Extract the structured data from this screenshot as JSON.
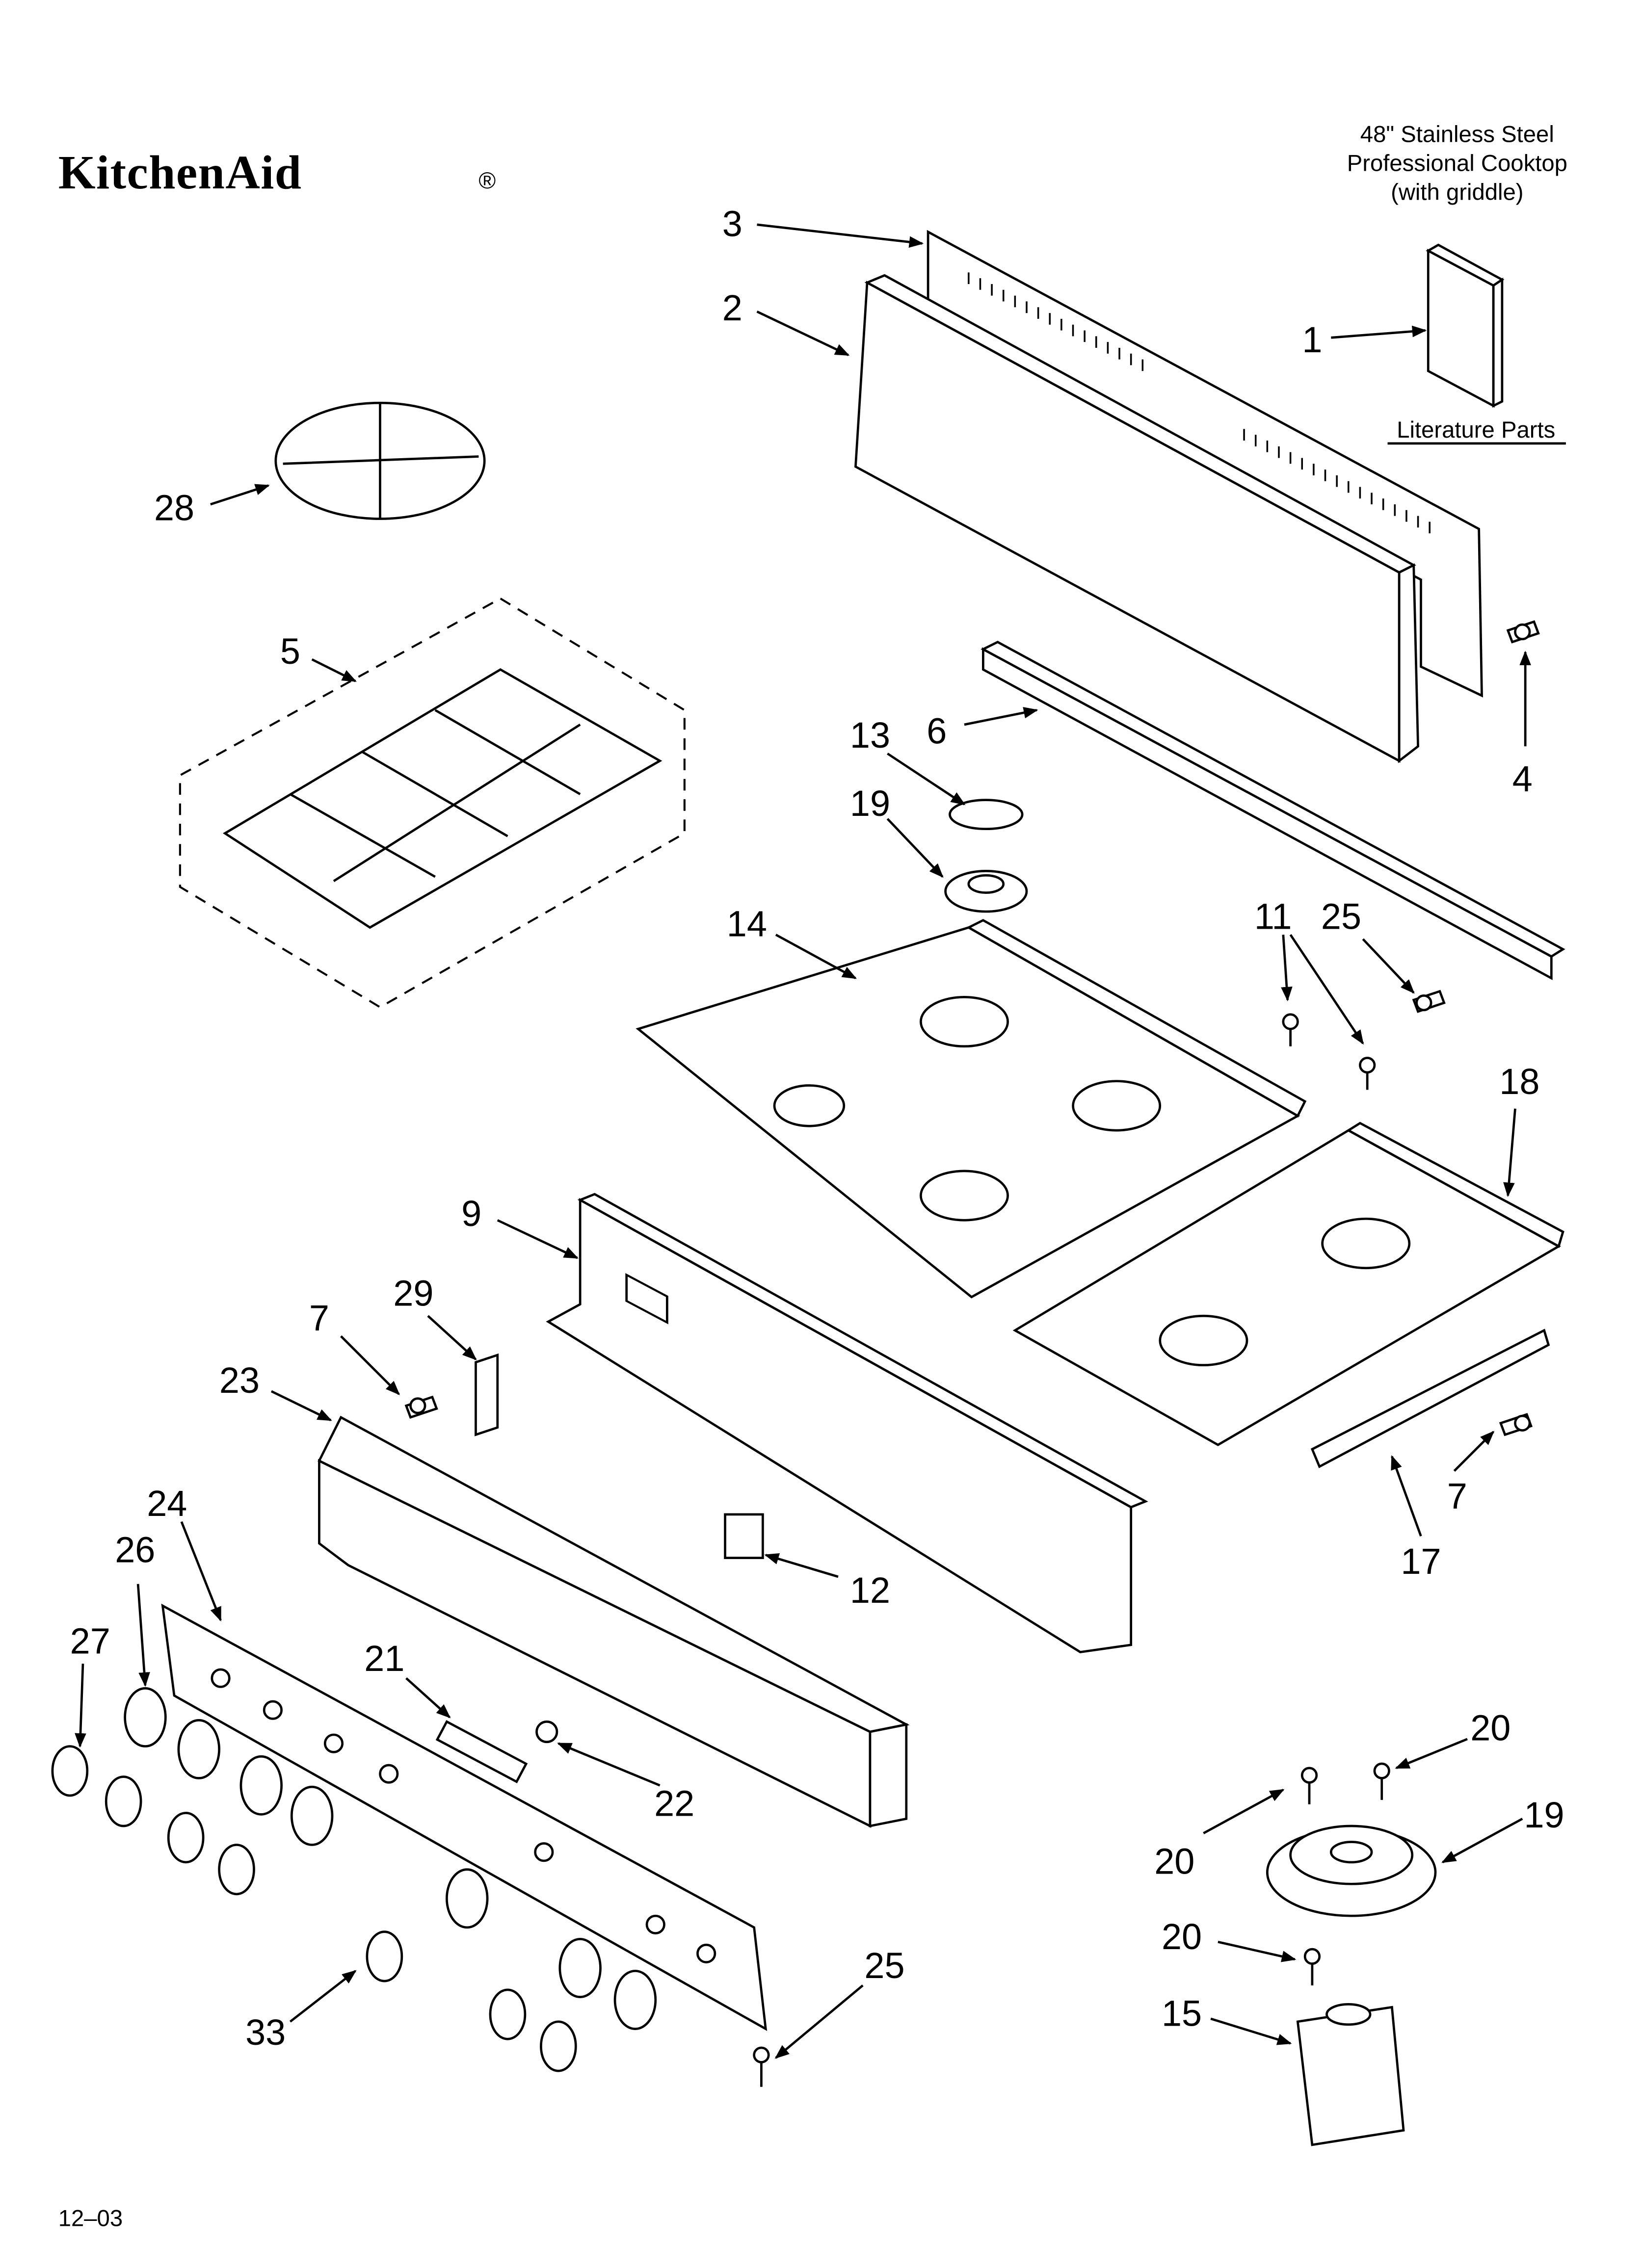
{
  "brand": {
    "logo_text": "KitchenAid",
    "registered_mark": "®"
  },
  "title": {
    "line1": "48\" Stainless Steel",
    "line2": "Professional Cooktop",
    "line3": "(with griddle)"
  },
  "literature_label": "Literature Parts",
  "date_code": "12–03",
  "callouts": [
    "3",
    "2",
    "1",
    "28",
    "5",
    "6",
    "13",
    "19",
    "4",
    "14",
    "11",
    "25",
    "18",
    "9",
    "7",
    "29",
    "23",
    "7",
    "17",
    "24",
    "26",
    "12",
    "27",
    "21",
    "22",
    "20",
    "20",
    "19",
    "20",
    "15",
    "25",
    "33"
  ]
}
